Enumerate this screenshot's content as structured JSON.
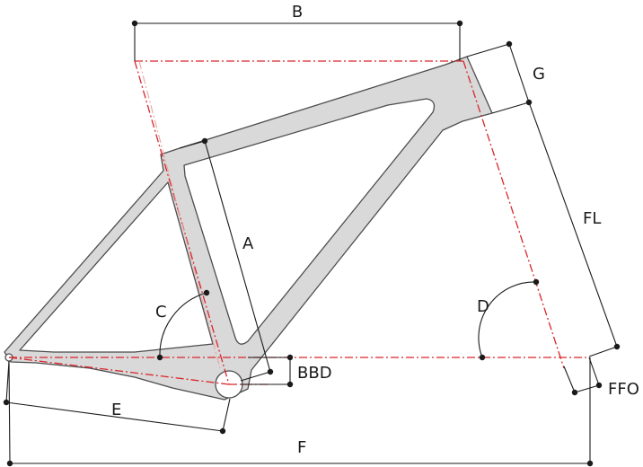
{
  "diagram": {
    "colors": {
      "frame_fill": "#d9d9d9",
      "frame_stroke": "#4d4d4d",
      "geometry_line": "#d9262b",
      "dimension_line": "#1a1a1a"
    },
    "labels": {
      "A": "A",
      "B": "B",
      "C": "C",
      "D": "D",
      "E": "E",
      "F": "F",
      "G": "G",
      "FL": "FL",
      "BBD": "BBD",
      "FFO": "FFO"
    }
  }
}
